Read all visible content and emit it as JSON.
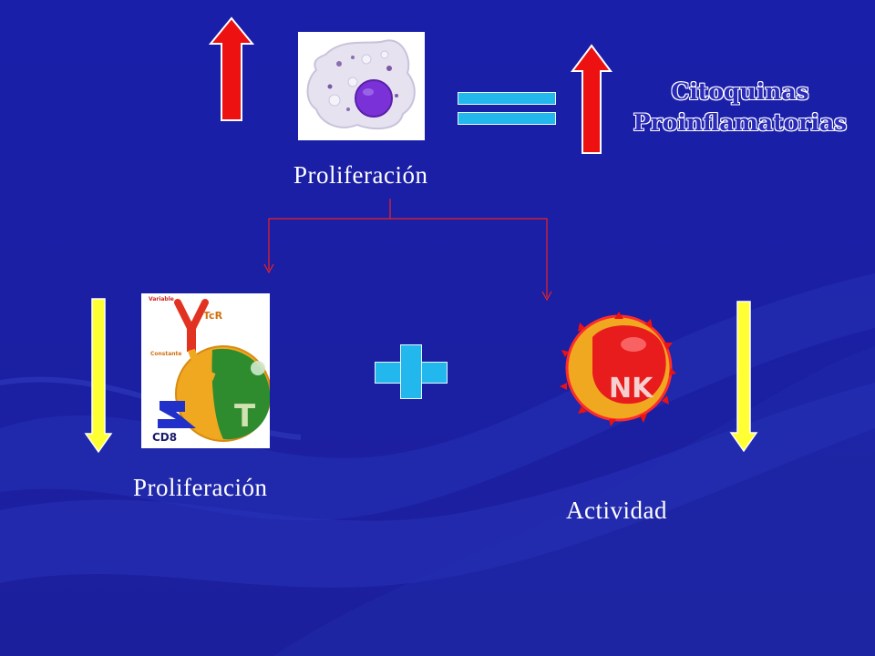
{
  "labels": {
    "top_proliferation": "Proliferación",
    "t_proliferation": "Proliferación",
    "nk_activity": "Actividad",
    "cytokines_line1": "Citoquinas",
    "cytokines_line2": "Proinflamatorias"
  },
  "t_cell_image": {
    "variable": "Variable",
    "tcr": "TcR",
    "constante": "Constante",
    "t": "T",
    "cd8": "CD8"
  },
  "nk_image": {
    "nk": "NK"
  },
  "colors": {
    "background": "#1b1fa8",
    "arrow_up": "#ee1111",
    "arrow_down": "#ffff33",
    "equals_plus": "#22b8ee",
    "connector": "#ee2222"
  }
}
